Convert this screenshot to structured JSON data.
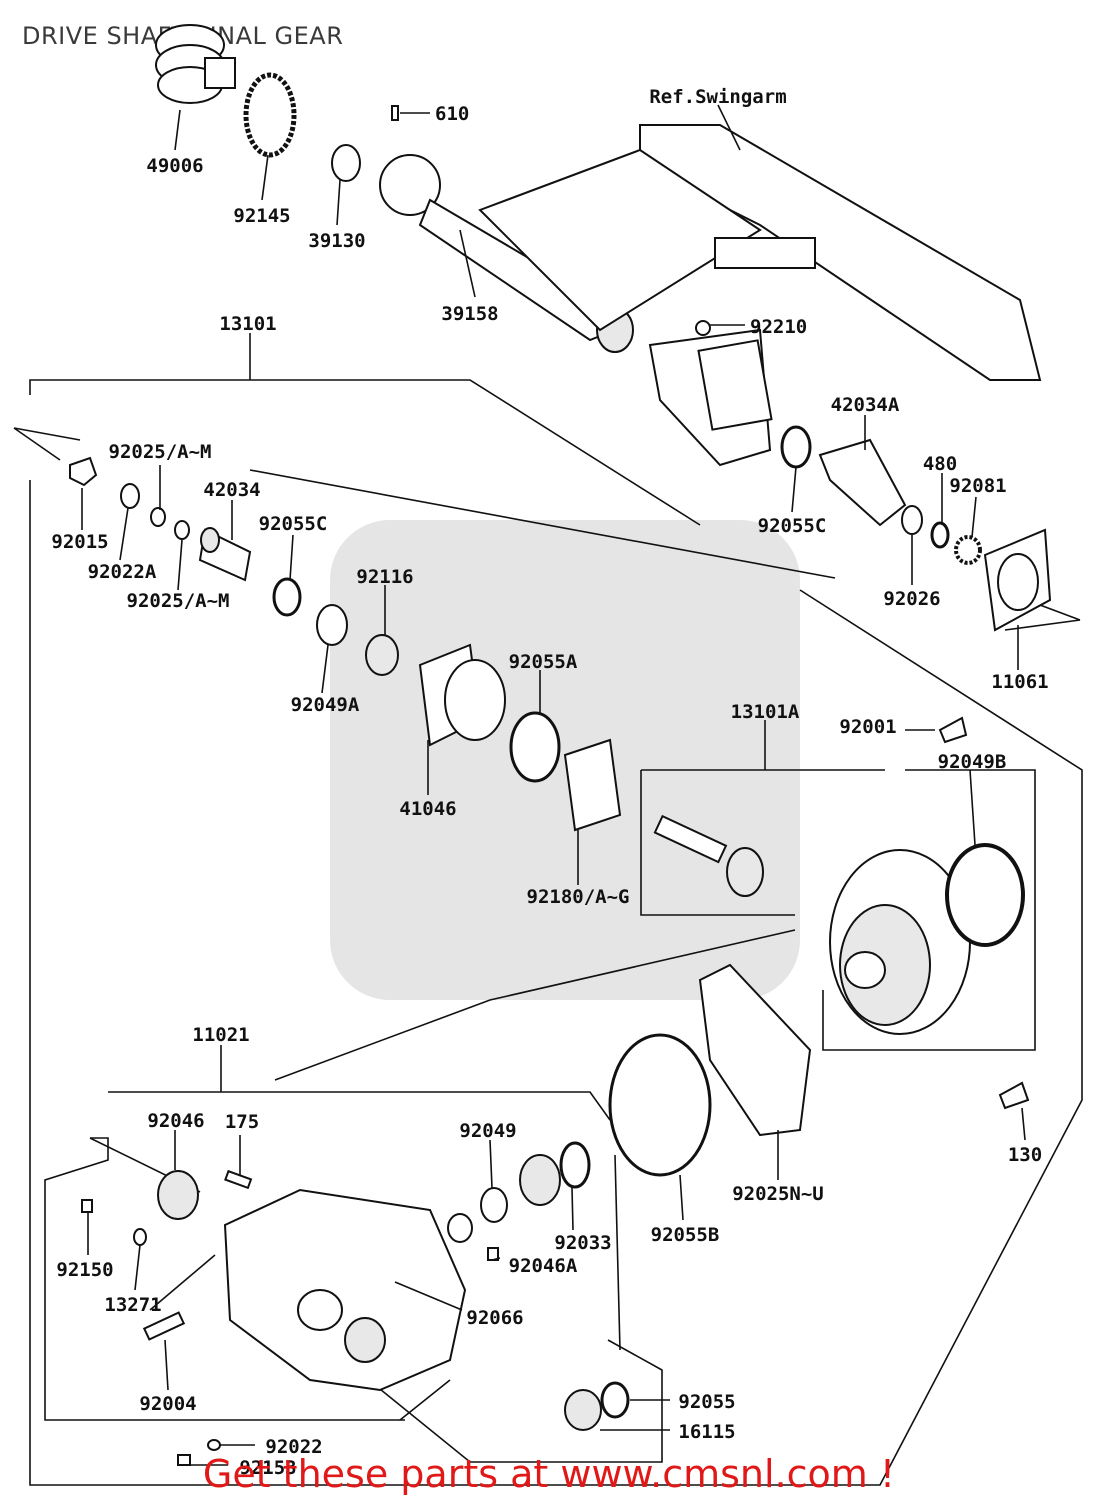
{
  "title": "DRIVE SHAFT/FINAL GEAR",
  "ref_label": "Ref.Swingarm",
  "footer": "Get these parts at www.cmsnl.com !",
  "parts": {
    "p49006": "49006",
    "p92145": "92145",
    "p39130": "39130",
    "p610": "610",
    "p39158": "39158",
    "p92210": "92210",
    "p13101": "13101",
    "p42034A": "42034A",
    "p92025AM_top": "92025/A~M",
    "p42034": "42034",
    "p92055C_left": "92055C",
    "p92055C_right": "92055C",
    "p480": "480",
    "p92081": "92081",
    "p92015": "92015",
    "p92022A": "92022A",
    "p92025AM_bottom": "92025/A~M",
    "p92116": "92116",
    "p92026": "92026",
    "p92049A": "92049A",
    "p92055A": "92055A",
    "p11061": "11061",
    "p13101A": "13101A",
    "p92001": "92001",
    "p92049B": "92049B",
    "p41046": "41046",
    "p92180AG": "92180/A~G",
    "p11021": "11021",
    "p92046": "92046",
    "p175": "175",
    "p92049": "92049",
    "p92150": "92150",
    "p13271": "13271",
    "p92033": "92033",
    "p92055B": "92055B",
    "p92025NU": "92025N~U",
    "p130": "130",
    "p92046A": "92046A",
    "p92066": "92066",
    "p92004": "92004",
    "p92055": "92055",
    "p16115": "16115",
    "p92022": "92022",
    "p92153": "92153"
  }
}
